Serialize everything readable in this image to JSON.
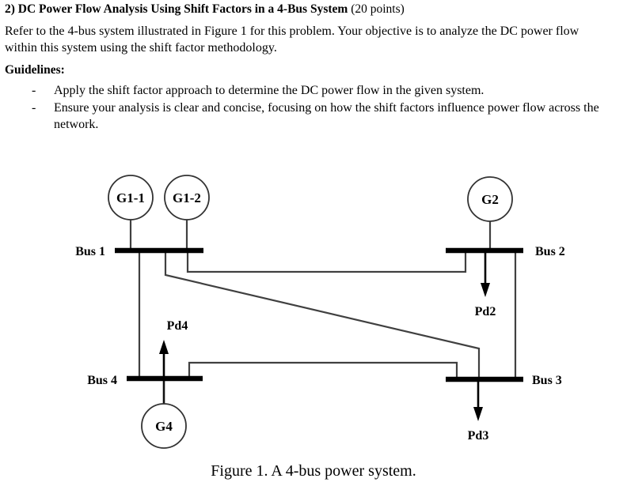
{
  "question": {
    "number": "2)",
    "title": "DC Power Flow Analysis Using Shift Factors in a 4-Bus System",
    "points": "(20 points)",
    "intro": "Refer to the 4-bus system illustrated in Figure 1 for this problem. Your objective is to analyze the DC power flow within this system using the shift factor methodology.",
    "guidelines_heading": "Guidelines:",
    "bullet_marker": "-",
    "guidelines": [
      "Apply the shift factor approach to determine the DC power flow in the given system.",
      "Ensure your analysis is clear and concise, focusing on how the shift factors influence power flow across the network."
    ]
  },
  "figure": {
    "caption": "Figure 1. A 4-bus power system.",
    "generators": [
      {
        "id": "g1-1",
        "label": "G1-1"
      },
      {
        "id": "g1-2",
        "label": "G1-2"
      },
      {
        "id": "g2",
        "label": "G2"
      },
      {
        "id": "g4",
        "label": "G4"
      }
    ],
    "buses": [
      {
        "id": "bus1",
        "label": "Bus 1"
      },
      {
        "id": "bus2",
        "label": "Bus 2"
      },
      {
        "id": "bus3",
        "label": "Bus 3"
      },
      {
        "id": "bus4",
        "label": "Bus 4"
      }
    ],
    "loads": [
      {
        "id": "pd2",
        "label": "Pd2"
      },
      {
        "id": "pd3",
        "label": "Pd3"
      },
      {
        "id": "pd4",
        "label": "Pd4"
      }
    ],
    "colors": {
      "line": "#404040",
      "bus_bar": "#000000",
      "text": "#000000"
    }
  }
}
